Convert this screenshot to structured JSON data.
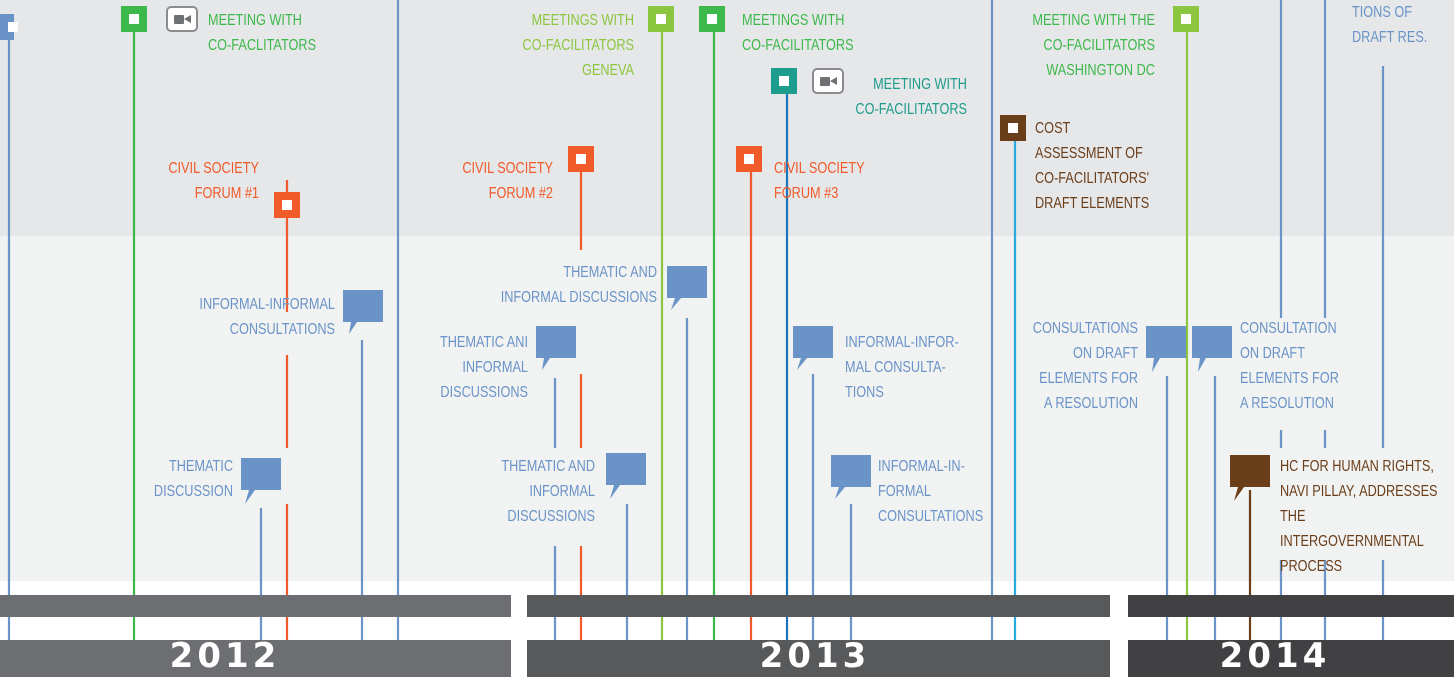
{
  "years": [
    {
      "label": "2012",
      "color": "#6d6e71",
      "stripe_color": "#6d6e71"
    },
    {
      "label": "2013",
      "color": "#58595b",
      "stripe_color": "#58595b"
    },
    {
      "label": "2014",
      "color": "#414042",
      "stripe_color": "#414042"
    }
  ],
  "colors": {
    "green": "#3db84a",
    "light_green": "#8cc63f",
    "orange": "#f15a29",
    "blue": "#6a93c8",
    "teal": "#1e9c8c",
    "dark_blue": "#1c75bc",
    "brown": "#6b3e1a",
    "cyan": "#27aae1"
  },
  "events": {
    "meeting_cofac_1": "MEETING WITH\nCO-FACLITATORS",
    "meetings_cofac_geneva": "MEETINGS WITH\nCO-FACILITATORS\nGENEVA",
    "meetings_cofac_2": "MEETINGS WITH\nCO-FACILITATORS",
    "meeting_cofac_3": "MEETING WITH\nCO-FACILITATORS",
    "meeting_cofac_washington": "MEETING WITH THE\nCO-FACILITATORS\nWASHINGTON DC",
    "draft_res": "TIONS OF\nDRAFT RES.",
    "civil_forum_1": "CIVIL SOCIETY\nFORUM #1",
    "civil_forum_2": "CIVIL SOCIETY\nFORUM #2",
    "civil_forum_3": "CIVIL SOCIETY\nFORUM #3",
    "cost_assessment": "COST\nASSESSMENT OF\nCO-FACILITATORS'\nDRAFT ELEMENTS",
    "informal_informal_1": "INFORMAL-INFORMAL\nCONSULTATIONS",
    "thematic_discussion": "THEMATIC\nDISCUSSION",
    "thematic_informal_1": "THEMATIC AND\nINFORMAL DISCUSSIONS",
    "thematic_informal_2": "THEMATIC ANI\nINFORMAL\nDISCUSSIONS",
    "thematic_informal_3": "THEMATIC AND\nINFORMAL\nDISCUSSIONS",
    "informal_informal_2": "INFORMAL-INFOR-\nMAL CONSULTA-\nTIONS",
    "informal_informal_3": "INFORMAL-IN-\nFORMAL\nCONSULTATIONS",
    "consultations_draft_1": "CONSULTATIONS\nON DRAFT\nELEMENTS FOR\nA RESOLUTION",
    "consultation_draft_2": "CONSULTATION\nON DRAFT\nELEMENTS FOR\nA RESOLUTION",
    "hc_human_rights": "HC FOR HUMAN RIGHTS,\nNAVI PILLAY, ADDRESSES\nTHE INTERGOVERNMENTAL\nPROCESS"
  }
}
